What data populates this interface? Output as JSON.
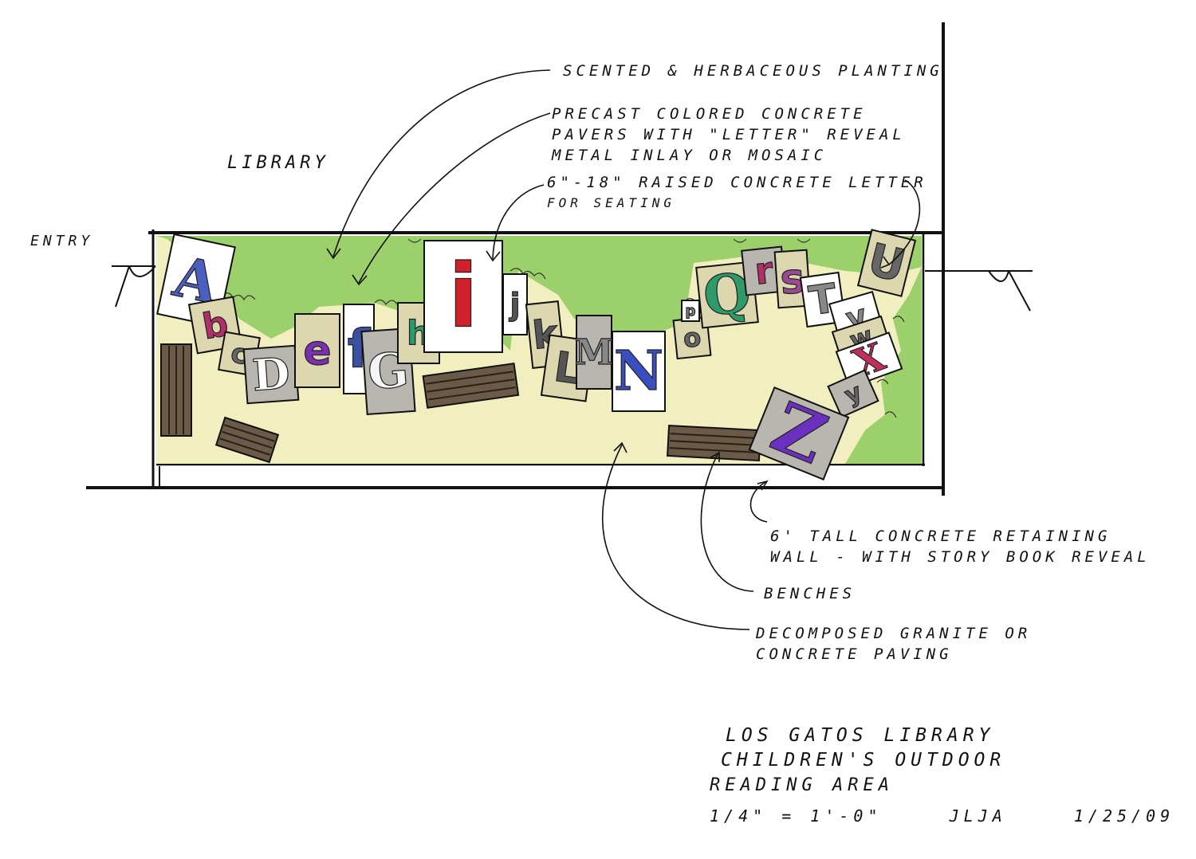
{
  "labels": {
    "library": "LIBRARY",
    "entry": "ENTRY",
    "scented": "SCENTED & HERBACEOUS PLANTING",
    "pavers_1": "PRECAST COLORED CONCRETE",
    "pavers_2": "PAVERS WITH \"LETTER\" REVEAL",
    "pavers_3": "METAL INLAY OR MOSAIC",
    "raised_1": "6\"-18\" RAISED CONCRETE LETTER",
    "raised_2": "FOR SEATING",
    "wall_1": "6' TALL CONCRETE RETAINING",
    "wall_2": "WALL - WITH STORY BOOK REVEAL",
    "benches": "BENCHES",
    "granite_1": "DECOMPOSED GRANITE OR",
    "granite_2": "CONCRETE PAVING"
  },
  "title_block": {
    "line1": "LOS GATOS LIBRARY",
    "line2": "CHILDREN'S OUTDOOR",
    "line3": "READING AREA",
    "scale": "1/4\" = 1'-0\"",
    "firm": "JLJA",
    "date": "1/25/09"
  },
  "letters": [
    "A",
    "b",
    "c",
    "D",
    "e",
    "f",
    "G",
    "h",
    "i",
    "j",
    "k",
    "L",
    "M",
    "N",
    "o",
    "p",
    "Q",
    "r",
    "s",
    "T",
    "U",
    "v",
    "w",
    "X",
    "y",
    "Z"
  ],
  "colors": {
    "planting": "#9bd06a",
    "paving": "#f1eec0",
    "paver_gray": "#b9b6b0",
    "paver_tan": "#ddd7b0",
    "bench": "#6b5a48",
    "ink": "#111111"
  }
}
